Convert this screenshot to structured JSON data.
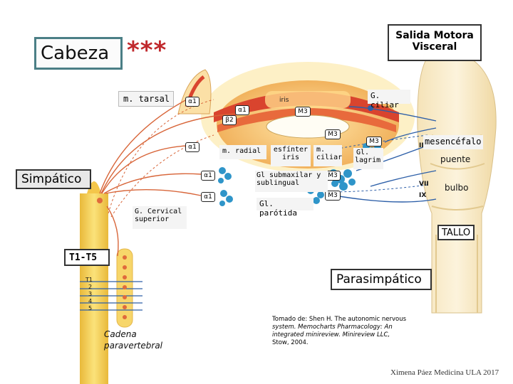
{
  "title": "Cabeza",
  "title_stars": "***",
  "labels": {
    "salida_line1": "Salida Motora",
    "salida_line2": "Visceral",
    "m_tarsal": "m. tarsal",
    "iris": "iris",
    "g_ciliar": "G. ciliar",
    "mesencefalo": "mesencéfalo",
    "m_radial": "m. radial",
    "esfinter_line1": "esfínter",
    "esfinter_line2": "iris",
    "m_ciliar_line1": "m.",
    "m_ciliar_line2": "ciliar",
    "gl_lagrim_line1": "Gl.",
    "gl_lagrim_line2": "lagrim",
    "puente": "puente",
    "simpatico": "Simpático",
    "gl_submaxilar_line1": "Gl submaxilar y",
    "gl_submaxilar_line2": "sublingual",
    "bulbo": "bulbo",
    "gl_parotida": "Gl. parótida",
    "g_cervical_line1": "G. Cervical",
    "g_cervical_line2": "superior",
    "tallo": "TALLO",
    "t1_t5": "T1-T5",
    "parasimpatico": "Parasimpático",
    "cadena_line1": "Cadena",
    "cadena_line2": "paravertebral",
    "source_line1": "Tomado de: Shen H. The autonomic nervous",
    "source_line2": "system. Memocharts Pharmacology: An",
    "source_line3": "integrated minireview. Minireview LLC,",
    "source_line4": "Stow, 2004.",
    "credit": "Ximena Páez Medicina ULA 2017"
  },
  "receptors": {
    "alpha1": "α1",
    "beta2": "β2",
    "m3": "M3"
  },
  "cranial_nerves": [
    "III",
    "VII",
    "IX"
  ],
  "spinal_levels": [
    "T1",
    "2",
    "3",
    "4",
    "5"
  ],
  "colors": {
    "cord": "#f2c84a",
    "cord_light": "#fbe99a",
    "sympathetic": "#d8663a",
    "parasympathetic": "#2d5fa8",
    "iris": "#d9442e",
    "salivary": "#2f95c9",
    "teal_box": "#4b7f86",
    "label_bg": "#f4f4f4"
  }
}
